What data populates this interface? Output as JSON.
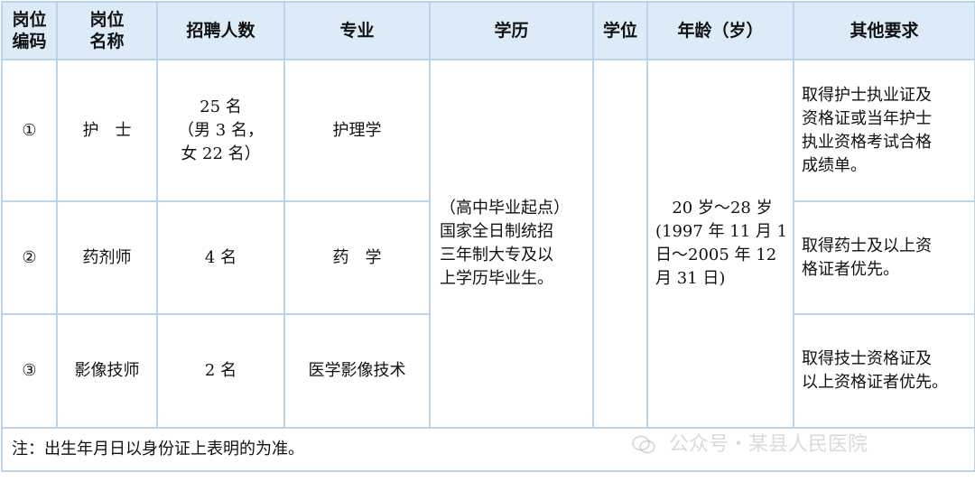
{
  "headers": {
    "code": [
      "岗位",
      "编码"
    ],
    "name": [
      "岗位",
      "名称"
    ],
    "count": "招聘人数",
    "major": "专业",
    "education": "学历",
    "degree": "学位",
    "age": "年龄（岁）",
    "other": "其他要求"
  },
  "rows": [
    {
      "code": "①",
      "name": "护　士",
      "count": [
        "25 名",
        "（男 3 名，",
        "女 22 名）"
      ],
      "major": "护理学",
      "other": [
        "取得护士执业证及",
        "资格证或当年护士",
        "执业资格考试合格",
        "成绩单。"
      ]
    },
    {
      "code": "②",
      "name": "药剂师",
      "count": [
        "4 名"
      ],
      "major": "药　学",
      "other": [
        "取得药士及以上资",
        "格证者优先。"
      ]
    },
    {
      "code": "③",
      "name": "影像技师",
      "count": [
        "2 名"
      ],
      "major": "医学影像技术",
      "other": [
        "取得技士资格证及",
        "以上资格证者优先。"
      ]
    }
  ],
  "shared": {
    "education": [
      "（高中毕业起点）",
      "国家全日制统招",
      "三年制大专及以",
      "上学历毕业生。"
    ],
    "degree": "",
    "age": [
      "20 岁～28 岁",
      "(1997 年 11 月 1",
      "日～2005 年 12",
      "月 31 日)"
    ]
  },
  "note": "注：出生年月日以身份证上表明的为准。",
  "watermark": "公众号・某县人民医院",
  "colors": {
    "border": "#bcd3ec",
    "header_bg": "#dcebf7"
  }
}
